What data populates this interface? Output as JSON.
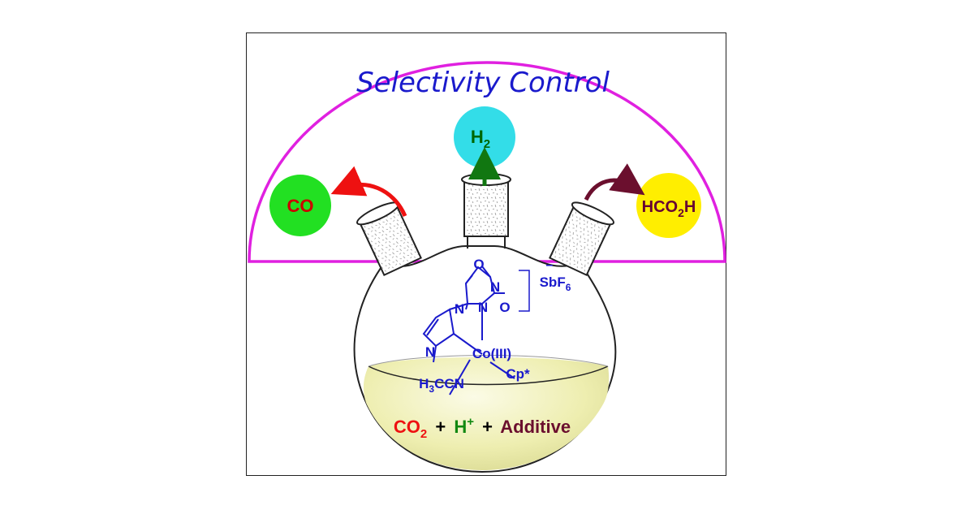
{
  "title": "Selectivity Control",
  "products": {
    "co": {
      "label": "CO",
      "color": "#22e022",
      "text_color": "#cc0000",
      "arrow_color": "#ee1111"
    },
    "h2": {
      "label": "H",
      "sub": "2",
      "color": "#33dde8",
      "text_color": "#006600",
      "arrow_color": "#117711"
    },
    "formic": {
      "label_a": "HCO",
      "sub": "2",
      "label_b": "H",
      "color": "#ffee00",
      "text_color": "#660033",
      "arrow_color": "#6b0f2e"
    }
  },
  "complex": {
    "atoms": {
      "o_top": "O",
      "n_methyl": "N",
      "n_mid": "N",
      "o_right": "O",
      "n_imid_top": "N",
      "n_imid_bottom": "N",
      "metal": "Co(III)",
      "ligand_a": "H",
      "ligand_a_sub": "3",
      "ligand_a_rest": "CCN",
      "ligand_b": "Cp*"
    },
    "counterion": "SbF",
    "counterion_sub": "6",
    "charge": "–",
    "color": "#1a1acc"
  },
  "reactants": {
    "co2": "CO",
    "co2_sub": "2",
    "plus1": "+",
    "h": "H",
    "h_sup": "+",
    "plus2": "+",
    "additive": "Additive",
    "colors": {
      "co2": "#ee1111",
      "h": "#118811",
      "plus": "#000000",
      "additive": "#6b0f2e"
    }
  },
  "colors": {
    "dome": "#e020e0",
    "title": "#1a1acc",
    "flask_liquid": "#f2f2b8"
  }
}
